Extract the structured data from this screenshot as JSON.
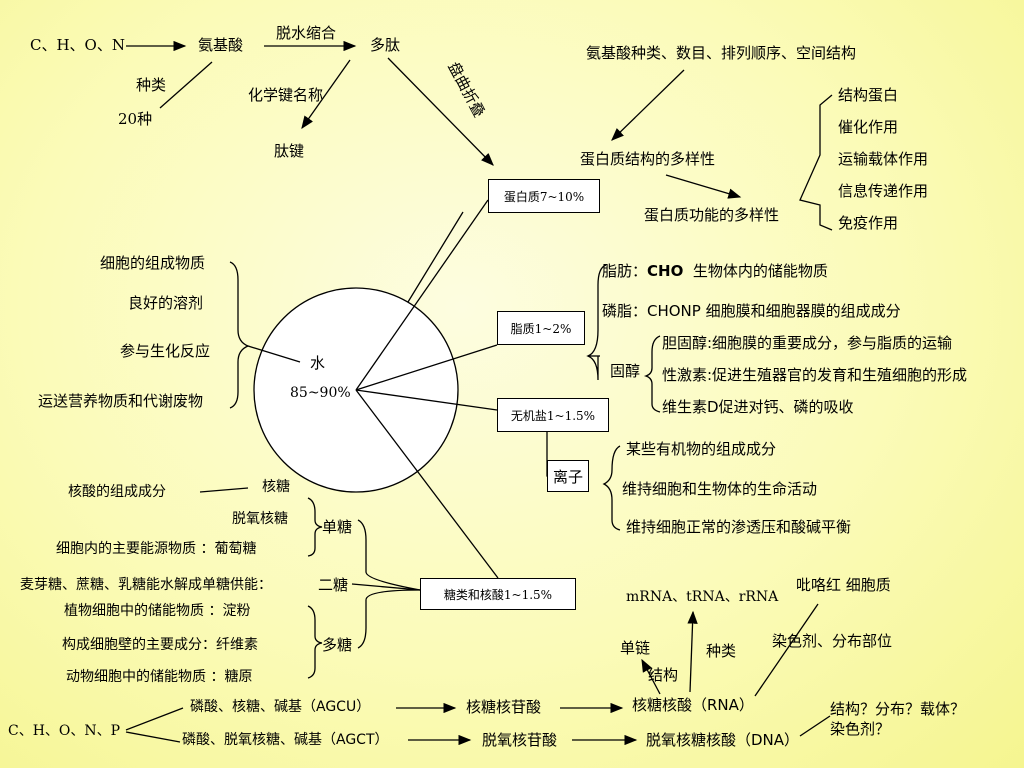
{
  "top": {
    "elements": "C、H、O、N",
    "amino_acid": "氨基酸",
    "dehydration": "脱水缩合",
    "polypeptide": "多肽",
    "kind": "种类",
    "twenty": "20种",
    "bond_name": "化学键名称",
    "peptide_bond": "肽键",
    "folding": "盘曲折叠"
  },
  "protein": {
    "box": "蛋白质7~10%",
    "structure_cause": "氨基酸种类、数目、排列顺序、空间结构",
    "structure_diversity": "蛋白质结构的多样性",
    "function_diversity": "蛋白质功能的多样性",
    "functions": [
      "结构蛋白",
      "催化作用",
      "运输载体作用",
      "信息传递作用",
      "免疫作用"
    ]
  },
  "water": {
    "label": "水",
    "pct": "85~90%",
    "roles": [
      "细胞的组成物质",
      "良好的溶剂",
      "参与生化反应",
      "运送营养物质和代谢废物"
    ]
  },
  "lipid": {
    "box": "脂质1~2%",
    "fat_prefix": "脂肪：",
    "fat_elem": "CHO",
    "fat_desc": "生物体内的储能物质",
    "phospho": "磷脂：CHONP   细胞膜和细胞器膜的组成成分",
    "sterol": "固醇",
    "cholesterol": "胆固醇:细胞膜的重要成分，参与脂质的运输",
    "sex_hormone": "性激素:促进生殖器官的发育和生殖细胞的形成",
    "vitamin_d": "维生素D促进对钙、磷的吸收"
  },
  "salt": {
    "box": "无机盐1~1.5%",
    "ion": "离子",
    "roles": [
      "某些有机物的组成成分",
      "维持细胞和生物体的生命活动",
      "维持细胞正常的渗透压和酸碱平衡"
    ]
  },
  "sugar": {
    "box": "糖类和核酸1~1.5%",
    "nucleic_component": "核酸的组成成分",
    "ribose": "核糖",
    "deoxyribose": "脱氧核糖",
    "glucose_row": "细胞内的主要能源物质 ：葡萄糖",
    "mono": "单糖",
    "di_row": "麦芽糖、蔗糖、乳糖能水解成单糖供能：",
    "di": "二糖",
    "starch_row": "植物细胞中的储能物质  ：淀粉",
    "cellulose_row": "构成细胞壁的主要成分：纤维素",
    "glycogen_row": "动物细胞中的储能物质  ：糖原",
    "poly": "多糖"
  },
  "nucleic": {
    "elements": "C、H、O、N、P",
    "rna_parts": "磷酸、核糖、碱基（AGCU）",
    "dna_parts": "磷酸、脱氧核糖、碱基（AGCT）",
    "ribonucleotide": "核糖核苷酸",
    "deoxynucleotide": "脱氧核苷酸",
    "rna": "核糖核酸（RNA）",
    "dna": "脱氧核糖核酸（DNA）",
    "rna_types": "mRNA、tRNA、rRNA",
    "single_strand": "单链",
    "types": "种类",
    "structure": "结构",
    "stain_red": "吡咯红   细胞质",
    "stain_part": "染色剂、分布部位",
    "dna_q1": "结构？分布？载体？",
    "dna_q2": "染色剂？"
  }
}
